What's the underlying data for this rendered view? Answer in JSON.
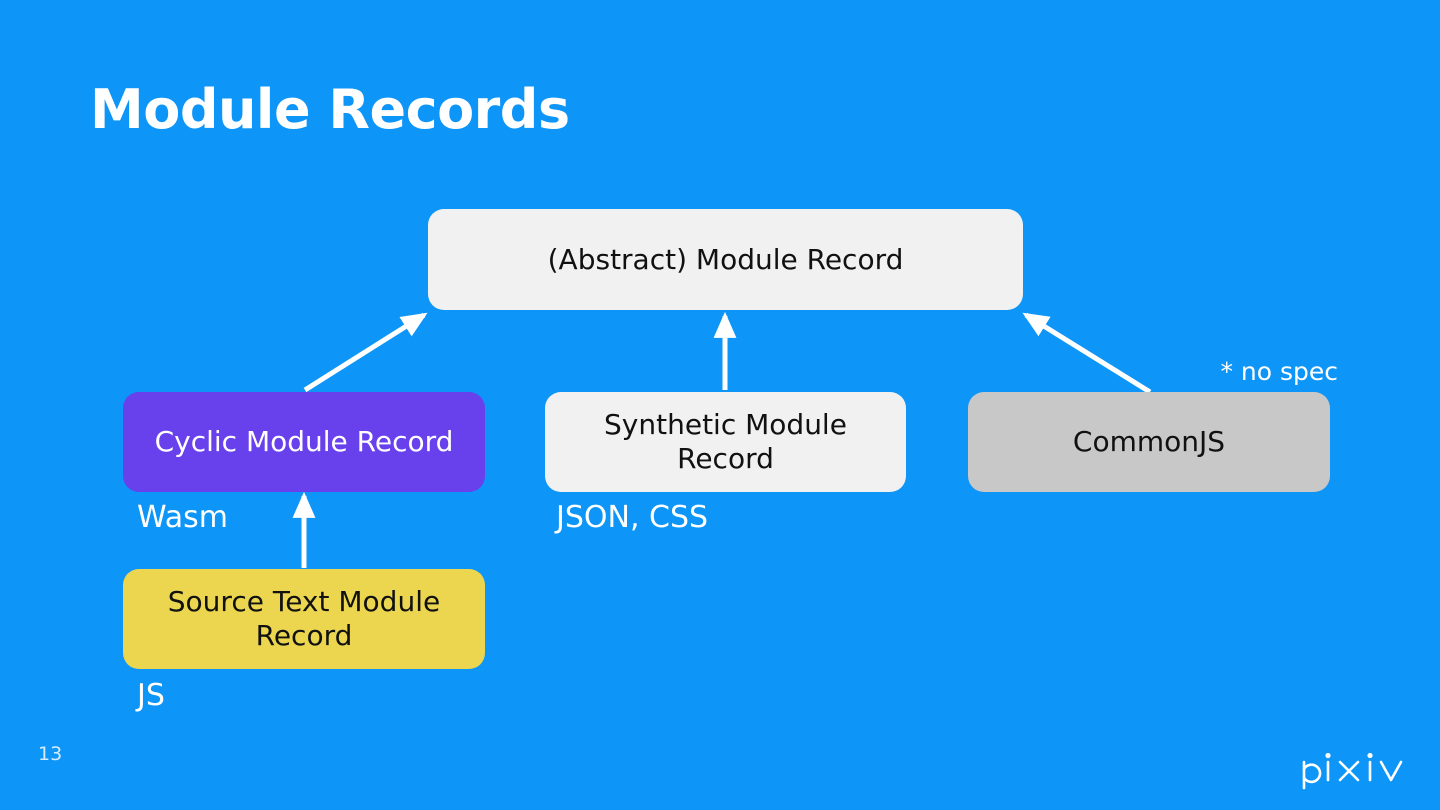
{
  "slide": {
    "title": "Module Records",
    "page_number": "13",
    "background_color": "#0d95f8",
    "logo_name": "pixiv"
  },
  "diagram": {
    "nodes": [
      {
        "id": "abstract-module-record",
        "label": "(Abstract) Module Record",
        "fill": "#f1f1f1",
        "text_color": "#111111"
      },
      {
        "id": "cyclic-module-record",
        "label": "Cyclic Module Record",
        "fill": "#6840ec",
        "text_color": "#ffffff"
      },
      {
        "id": "synthetic-module-record",
        "label": "Synthetic Module Record",
        "fill": "#f1f1f1",
        "text_color": "#111111"
      },
      {
        "id": "commonjs",
        "label": "CommonJS",
        "fill": "#c8c8c8",
        "text_color": "#111111"
      },
      {
        "id": "source-text-module-record",
        "label": "Source Text Module Record",
        "fill": "#ecd64f",
        "text_color": "#111111"
      }
    ],
    "captions": {
      "cyclic": "Wasm",
      "synthetic": "JSON, CSS",
      "source_text": "JS"
    },
    "annotations": {
      "commonjs_note": "* no spec"
    },
    "edges": [
      {
        "from": "cyclic-module-record",
        "to": "abstract-module-record",
        "style": "arrow"
      },
      {
        "from": "synthetic-module-record",
        "to": "abstract-module-record",
        "style": "arrow"
      },
      {
        "from": "commonjs",
        "to": "abstract-module-record",
        "style": "arrow"
      },
      {
        "from": "source-text-module-record",
        "to": "cyclic-module-record",
        "style": "arrow"
      }
    ],
    "arrow_color": "#ffffff"
  }
}
